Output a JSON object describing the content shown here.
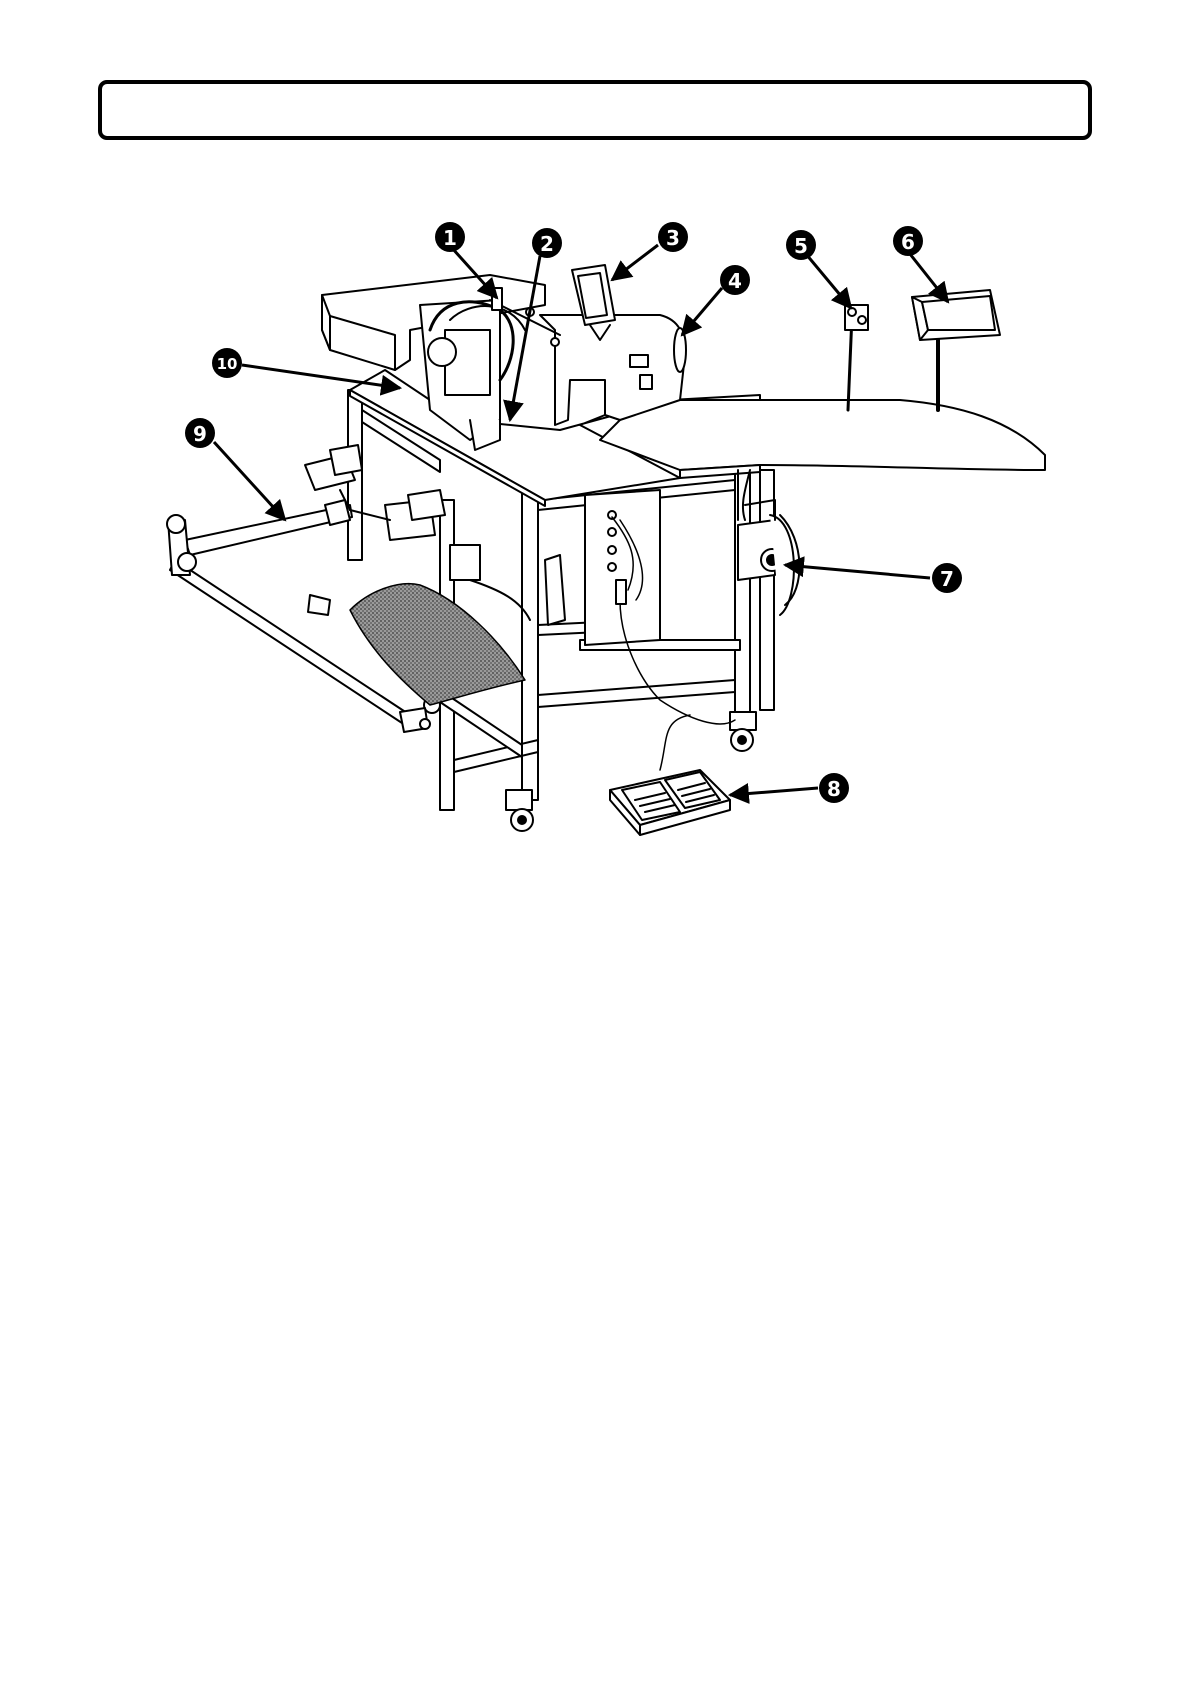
{
  "header": {
    "title": ""
  },
  "figure": {
    "callouts": [
      {
        "num": "1"
      },
      {
        "num": "2"
      },
      {
        "num": "3"
      },
      {
        "num": "4"
      },
      {
        "num": "5"
      },
      {
        "num": "6"
      },
      {
        "num": "7"
      },
      {
        "num": "8"
      },
      {
        "num": "9"
      },
      {
        "num": "10"
      }
    ]
  }
}
